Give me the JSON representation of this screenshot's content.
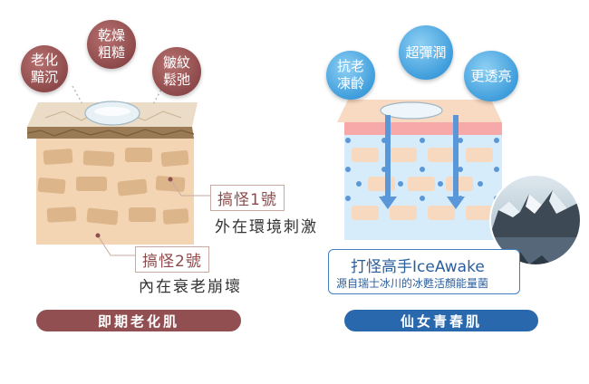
{
  "aging_panel": {
    "bubbles": [
      {
        "line1": "老化",
        "line2": "黯沉"
      },
      {
        "line1": "乾燥",
        "line2": "粗糙"
      },
      {
        "line1": "皺紋",
        "line2": "鬆弛"
      }
    ],
    "callout1": {
      "tag": "搞怪1號",
      "caption": "外在環境刺激"
    },
    "callout2": {
      "tag": "搞怪2號",
      "caption": "內在衰老崩壞"
    },
    "pill_label": "即期老化肌"
  },
  "young_panel": {
    "bubbles": [
      {
        "line1": "抗老",
        "line2": "凍齡"
      },
      {
        "line1": "超彈潤",
        "line2": ""
      },
      {
        "line1": "更透亮",
        "line2": ""
      }
    ],
    "info_card": {
      "title": "打怪高手IceAwake",
      "subtitle": "源自瑞士冰川的冰甦活顏能量菌"
    },
    "pill_label": "仙女青春肌"
  },
  "colors": {
    "aging_accent": "#914f51",
    "young_accent": "#2a68ad",
    "skin_tone": "#f3d5b4",
    "ice_blue": "#4f8fd6"
  }
}
